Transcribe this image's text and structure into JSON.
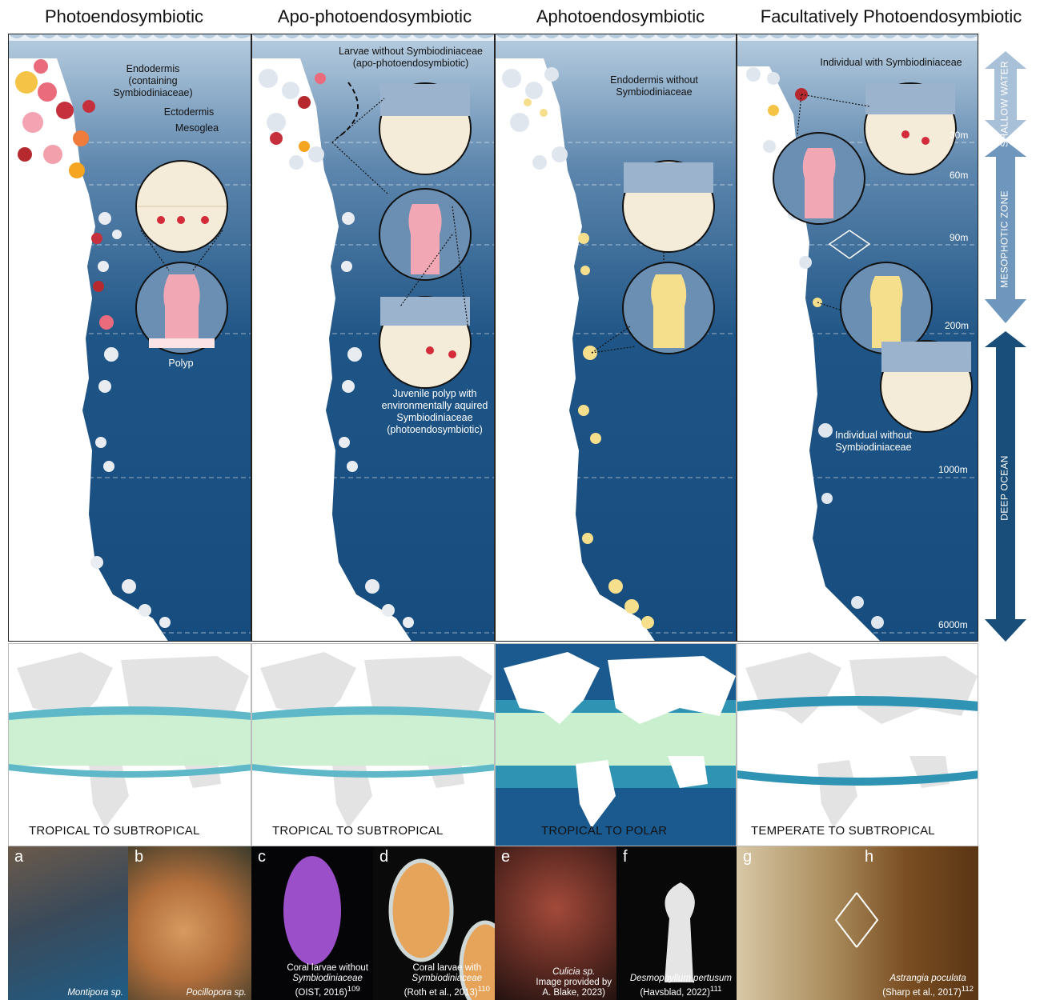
{
  "columns": [
    {
      "title": "Photoendosymbiotic",
      "labels": {
        "endodermis": "Endodermis (containing Symbiodiniaceae)",
        "ectodermis": "Ectodermis",
        "mesoglea": "Mesoglea",
        "polyp": "Polyp"
      },
      "region": "TROPICAL TO SUBTROPICAL"
    },
    {
      "title": "Apo-photoendosymbiotic",
      "labels": {
        "larvae": "Larvae without Symbiodiniaceae (apo-photoendosymbiotic)",
        "juvenile": "Juvenile polyp with environmentally aquired Symbiodiniaceae (photoendosymbiotic)"
      },
      "region": "TROPICAL TO SUBTROPICAL"
    },
    {
      "title": "Aphotoendosymbiotic",
      "labels": {
        "endodermis": "Endodermis without Symbiodiniaceae"
      },
      "region": "TROPICAL TO POLAR"
    },
    {
      "title": "Facultatively Photoendosymbiotic",
      "labels": {
        "with": "Individual with Symbiodiniaceae",
        "without": "Individual without Symbiodiniaceae"
      },
      "region": "TEMPERATE TO SUBTROPICAL"
    }
  ],
  "depths": [
    "30m",
    "60m",
    "90m",
    "200m",
    "1000m",
    "6000m"
  ],
  "zones": {
    "shallow": "SHALLOW WATER",
    "mesophotic": "MESOPHOTIC ZONE",
    "deep": "DEEP OCEAN"
  },
  "photos": [
    {
      "letter": "a",
      "species": "Montipora sp.",
      "caption": ""
    },
    {
      "letter": "b",
      "species": "Pocillopora sp.",
      "caption": ""
    },
    {
      "letter": "c",
      "caption_line1": "Coral larvae without",
      "species": "Symbiodiniaceae",
      "caption": "(OIST, 2016)",
      "ref": "109"
    },
    {
      "letter": "d",
      "caption_line1": "Coral larvae with",
      "species": "Symbiodiniaceae",
      "caption": "(Roth et al., 2013)",
      "ref": "110"
    },
    {
      "letter": "e",
      "species": "Culicia sp.",
      "caption_line1": "Image provided by",
      "caption": "A. Blake, 2023)",
      "ref": ""
    },
    {
      "letter": "f",
      "species": "Desmophyllum pertusum",
      "caption": "(Havsblad, 2022)",
      "ref": "111"
    },
    {
      "letter": "g",
      "species": "",
      "caption": ""
    },
    {
      "letter": "h",
      "species": "Astrangia poculata",
      "caption": "(Sharp et al., 2017)",
      "ref": "112"
    }
  ],
  "colors": {
    "deep_ocean": "#164c7e",
    "shallow_top": "#9bb8d3",
    "polyp_pink": "#f2a8b4",
    "polyp_yellow": "#f6df8c",
    "coral_white": "#e9edf2",
    "map_land": "#e3e3e3",
    "map_tropic": "#c9efcf",
    "map_band": "#5fb8c8",
    "map_band_dark": "#2f93b3",
    "map_ocean_dark": "#1a5a8f"
  }
}
